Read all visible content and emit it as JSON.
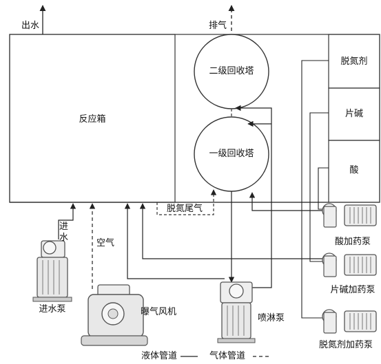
{
  "labels": {
    "outlet_water": "出水",
    "exhaust": "排气",
    "reactor": "反应箱",
    "secondary_tower": "二级回收塔",
    "primary_tower": "一级回收塔",
    "denitrifier_tank": "脱氮剂",
    "flake_alkali_tank": "片碱",
    "acid_tank": "酸",
    "inlet_water_line1": "进",
    "inlet_water_line2": "水",
    "air": "空气",
    "denitrification_tail_gas": "脱氮尾气",
    "inlet_pump": "进水泵",
    "aeration_blower": "曝气风机",
    "spray_pump": "喷淋泵",
    "acid_dosing_pump": "酸加药泵",
    "alkali_dosing_pump": "片碱加药泵",
    "denitrifier_dosing_pump": "脱氮剂加药泵"
  },
  "legend": {
    "liquid_pipe": "液体管道",
    "gas_pipe": "气体管道"
  },
  "colors": {
    "line": "#333333",
    "equipment_stroke": "#555555",
    "equipment_fill": "#f0f0f0"
  }
}
